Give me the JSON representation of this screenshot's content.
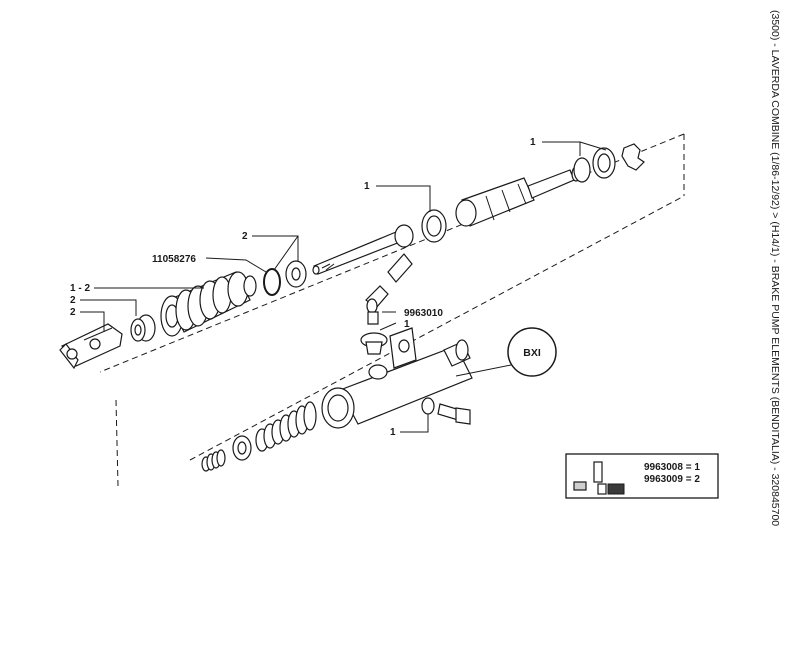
{
  "side_title": "(3500) - LAVERDA COMBINE (1/86-12/92) > (H14/1) - BRAKE PUMP ELEMENTS (BENDITALIA) - 320845700",
  "callouts": {
    "c1_top_right": "1",
    "c1_mid": "1",
    "c2_upper": "2",
    "c_11058276": "11058276",
    "c12": "1 - 2",
    "c2_a": "2",
    "c2_b": "2",
    "c9963010": "9963010",
    "c1_plug": "1",
    "bxi": "BXI",
    "c1_bottom": "1"
  },
  "kit_box": {
    "line1": "9963008 = 1",
    "line2": "9963009 = 2"
  }
}
